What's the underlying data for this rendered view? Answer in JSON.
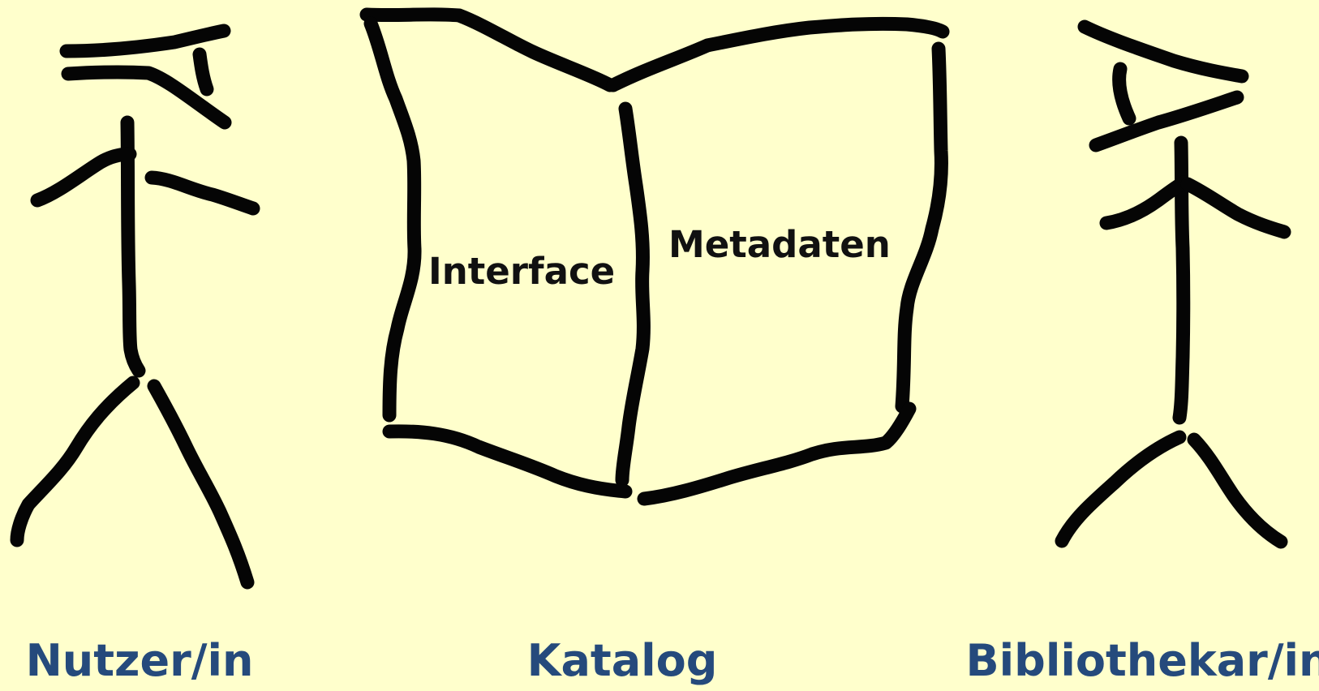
{
  "colors": {
    "background": "#ffffcc",
    "ink": "#050505",
    "caption": "#254a7c"
  },
  "figures": {
    "user": {
      "icon": "stick-figure-icon",
      "label": "Nutzer/in"
    },
    "catalog": {
      "icon": "open-book-icon",
      "label": "Katalog",
      "left_page": "Interface",
      "right_page": "Metadaten"
    },
    "librarian": {
      "icon": "stick-figure-icon",
      "label": "Bibliothekar/in"
    }
  }
}
